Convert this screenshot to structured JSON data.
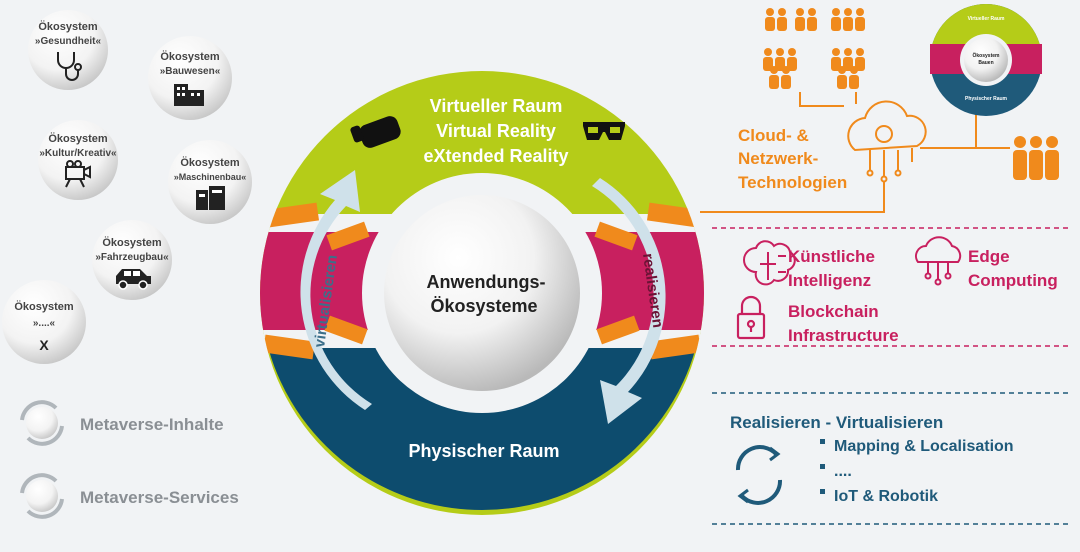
{
  "ecosystems": [
    {
      "line1": "Ökosystem",
      "line2": "»Gesundheit«",
      "icon": "stethoscope-icon"
    },
    {
      "line1": "Ökosystem",
      "line2": "»Bauwesen«",
      "icon": "building-icon"
    },
    {
      "line1": "Ökosystem",
      "line2": "»Kultur/Kreativ«",
      "icon": "camera-icon"
    },
    {
      "line1": "Ökosystem",
      "line2": "»Maschinenbau«",
      "icon": "machine-icon"
    },
    {
      "line1": "Ökosystem",
      "line2": "»Fahrzeugbau«",
      "icon": "car-icon"
    },
    {
      "line1": "Ökosystem",
      "line2": "»....«",
      "extra": "X",
      "icon": ""
    }
  ],
  "legend": {
    "content": "Metaverse-Inhalte",
    "services": "Metaverse-Services"
  },
  "ring": {
    "virtual_line1": "Virtueller Raum",
    "virtual_line2": "Virtual Reality",
    "virtual_line3": "eXtended Reality",
    "physical": "Physischer Raum",
    "center_line1": "Anwendungs-",
    "center_line2": "Ökosysteme",
    "arrow_left": "virtualisieren",
    "arrow_right": "realisieren"
  },
  "cloud": {
    "line1": "Cloud- &",
    "line2": "Netzwerk-",
    "line3": "Technologien"
  },
  "mini_diagram": {
    "top": "Virtueller Raum",
    "center_line1": "Ökosystem",
    "center_line2": "Bauen",
    "bottom": "Physischer Raum"
  },
  "technologies": {
    "ai_line1": "Künstliche",
    "ai_line2": "Intelligenz",
    "edge_line1": "Edge",
    "edge_line2": "Computing",
    "bc_line1": "Blockchain",
    "bc_line2": "Infrastructure"
  },
  "realize": {
    "title": "Realisieren - Virtualisieren",
    "items": [
      "Mapping &   Localisation",
      "....",
      "IoT & Robotik"
    ]
  },
  "colors": {
    "green": "#b5cc18",
    "magenta": "#c8205f",
    "orange": "#f08a1c",
    "navy": "#0d4c6e",
    "teal": "#1f5a7a",
    "arrow": "#cfe1ea"
  }
}
